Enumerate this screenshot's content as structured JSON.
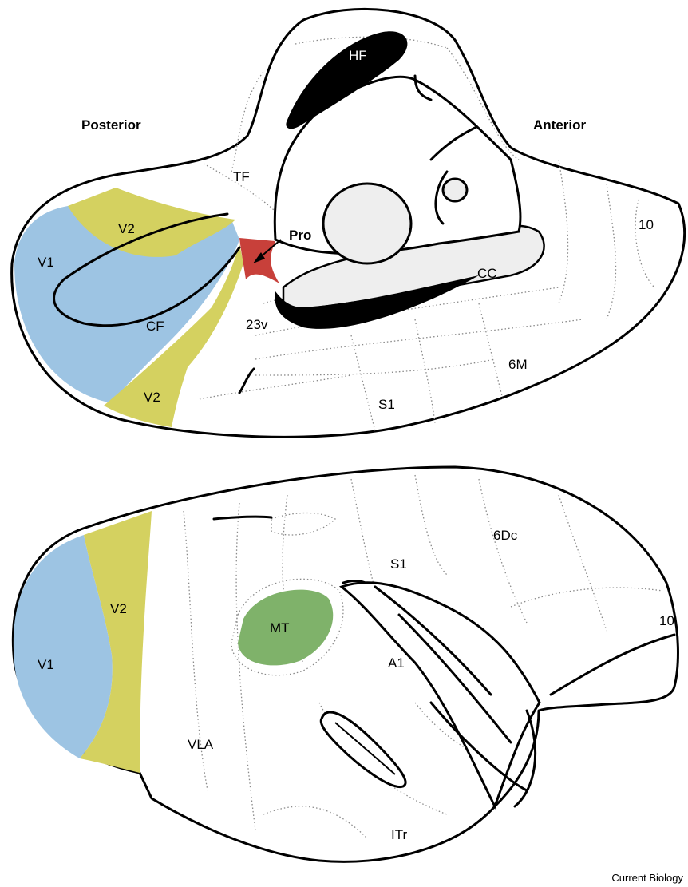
{
  "medial_view": {
    "orientation_posterior": "Posterior",
    "orientation_anterior": "Anterior",
    "labels": {
      "hf": "HF",
      "tf": "TF",
      "v2_upper": "V2",
      "v1": "V1",
      "cf": "CF",
      "v2_lower": "V2",
      "pro": "Pro",
      "v23": "23v",
      "s1": "S1",
      "cc": "CC",
      "m6": "6M",
      "a10": "10"
    }
  },
  "lateral_view": {
    "labels": {
      "v2": "V2",
      "v1": "V1",
      "mt": "MT",
      "vla": "VLA",
      "s1": "S1",
      "dc6": "6Dc",
      "a1": "A1",
      "a10": "10",
      "itr": "ITr"
    }
  },
  "colors": {
    "v1": "#9dc4e3",
    "v2": "#d4d160",
    "mt": "#7fb26a",
    "pro": "#c8403a",
    "corpus_callosum": "#eeeeee",
    "black_structures": "#000000"
  },
  "credit": "Current Biology"
}
